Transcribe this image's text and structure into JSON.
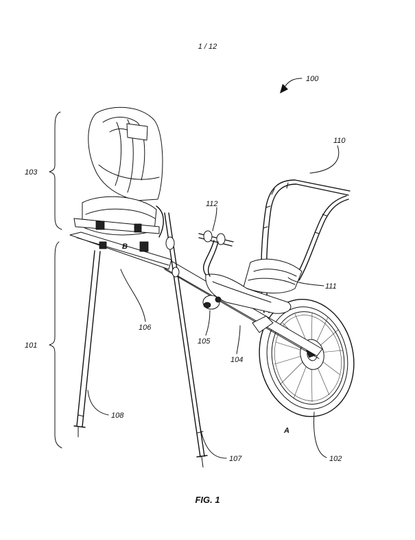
{
  "header": {
    "sheet_number": "1 / 12"
  },
  "figure": {
    "caption": "FIG. 1"
  },
  "references": {
    "r100": "100",
    "r101": "101",
    "r102": "102",
    "r103": "103",
    "r104": "104",
    "r105": "105",
    "r106": "106",
    "r107": "107",
    "r108": "108",
    "r110": "110",
    "r111": "111",
    "r112": "112",
    "point_a": "A",
    "point_b": "B"
  }
}
